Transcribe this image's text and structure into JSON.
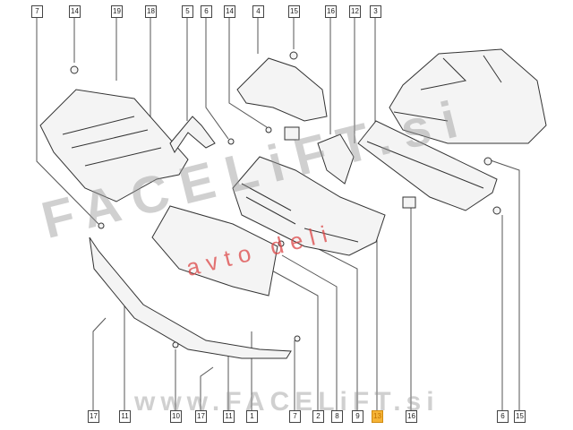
{
  "diagram": {
    "top_labels": [
      "7",
      "14",
      "19",
      "18",
      "5",
      "6",
      "14",
      "4",
      "15",
      "16",
      "12",
      "3"
    ],
    "bottom_labels": [
      "17",
      "11",
      "10",
      "17",
      "11",
      "1",
      "7",
      "2",
      "8",
      "9",
      "13",
      "16",
      "6",
      "15"
    ],
    "highlighted_label": "13",
    "highlight_color": "#f5b335",
    "line_color": "#555555"
  },
  "watermarks": {
    "main": "FACELiFT.si",
    "sub": "avto deli",
    "url": "www.FACELiFT.si"
  }
}
